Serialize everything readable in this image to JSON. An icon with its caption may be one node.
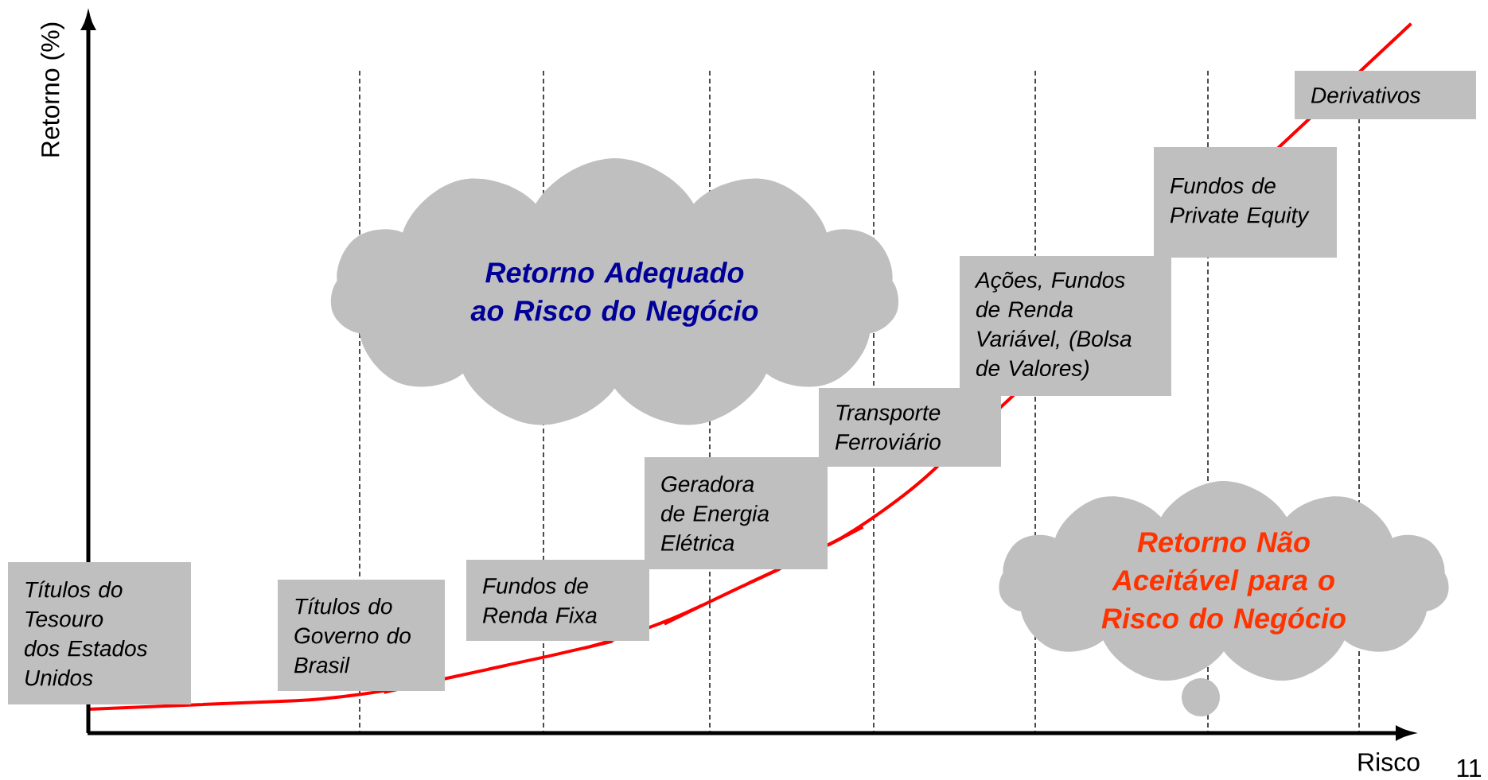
{
  "diagram": {
    "nodes": [
      {
        "text": [
          "Títulos do Tesouro dos Estados Unidos"
        ]
      },
      {
        "text": [
          "Títulos do Governo do Brasil"
        ]
      },
      {
        "text": [
          "Fundos de Renda Fixa"
        ]
      },
      {
        "text": [
          "Geradora de Energia Elétrica"
        ]
      },
      {
        "text": [
          "Transporte Ferroviário"
        ]
      },
      {
        "text": [
          "Ações, Fundos de Renda Variável, (Bolsa de Valores)"
        ]
      },
      {
        "text": [
          "Fundos de Private Equity"
        ]
      },
      {
        "text": [
          "Derivativos"
        ]
      },
      {
        "text": [
          "Retorno Adequado ao Risco do Negócio"
        ]
      },
      {
        "text": [
          "Retorno Não Aceitável para o Risco do Negócio"
        ]
      }
    ],
    "labels": [
      "Retorno (%)",
      "Risco",
      "11"
    ]
  }
}
